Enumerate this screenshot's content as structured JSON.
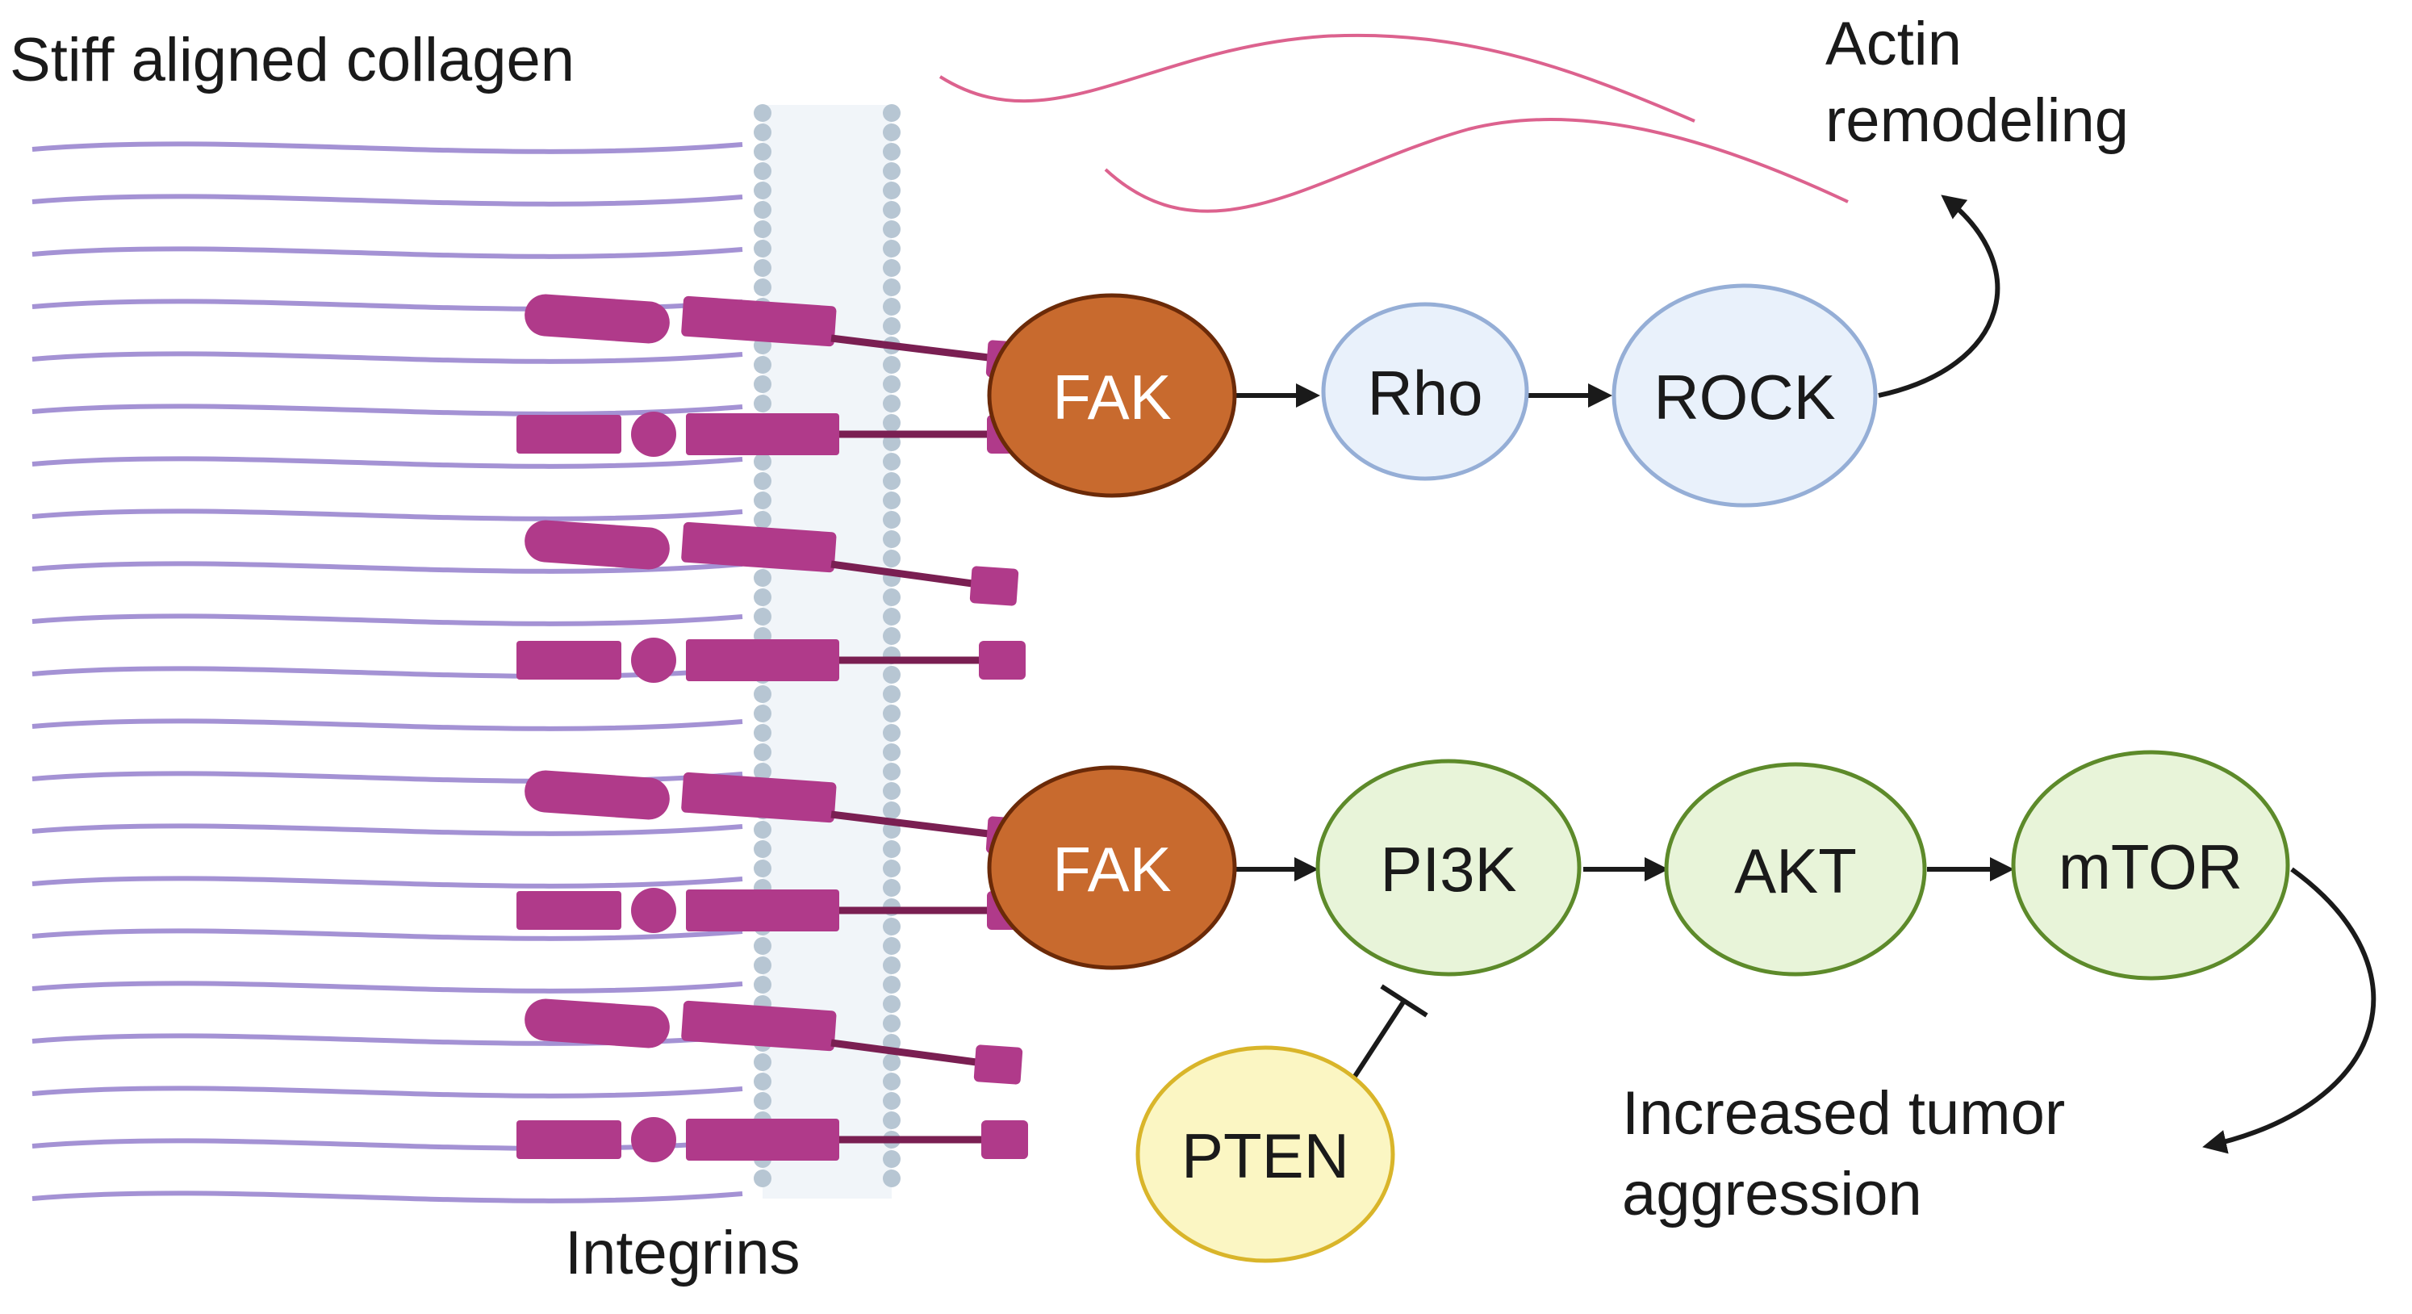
{
  "labels": {
    "collagen": "Stiff aligned collagen",
    "integrins": "Integrins",
    "actin_line1": "Actin",
    "actin_line2": "remodeling",
    "outcome_line1": "Increased tumor",
    "outcome_line2": "aggression"
  },
  "nodes": {
    "fak_top": "FAK",
    "rho": "Rho",
    "rock": "ROCK",
    "fak_bottom": "FAK",
    "pi3k": "PI3K",
    "akt": "AKT",
    "mtor": "mTOR",
    "pten": "PTEN"
  },
  "colors": {
    "collagen": "#9a86cf",
    "membrane": "#b7c6d3",
    "integrin": "#b03a8a",
    "integrin_dark": "#7a1f52",
    "fak_fill": "#c86a2e",
    "fak_stroke": "#6b2a08",
    "blue_fill": "#e9f1fb",
    "blue_stroke": "#95aed6",
    "green_fill": "#e8f4d9",
    "green_stroke": "#5d8a2a",
    "yellow_fill": "#fbf6c3",
    "yellow_stroke": "#d9b52a",
    "actin": "#d6477a",
    "arrow": "#1a1a1a"
  }
}
